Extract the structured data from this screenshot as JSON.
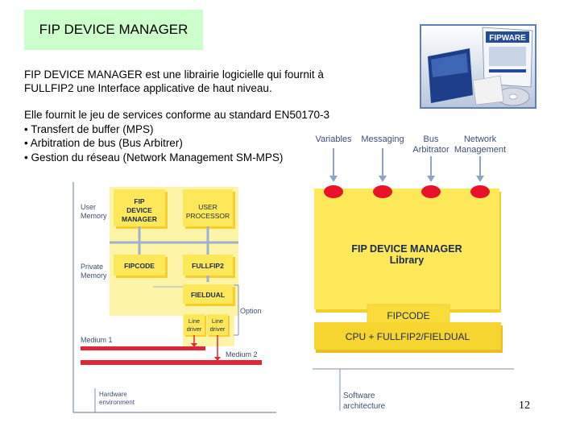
{
  "slide": {
    "title": "FIP DEVICE MANAGER",
    "intro": {
      "term": "FIP DEVICE MANAGER",
      "rest_line1": " est une librairie logicielle qui fournit à",
      "line2": "FULLFIP2 une Interface applicative de haut niveau."
    },
    "services_intro": "Elle fournit le jeu de services conforme au standard EN50170-3",
    "services": [
      "• Transfert  de buffer  (MPS)",
      "• Arbitration de bus (Bus Arbitrer)",
      "• Gestion du réseau (Network Management SM-MPS)"
    ],
    "page_number": "12"
  },
  "product_image": {
    "box_label": "FIPWARE",
    "icon": "software-box-and-cd-photo"
  },
  "hardware_diagram": {
    "labels": {
      "user_memory_1": "User",
      "user_memory_2": "Memory",
      "private_memory_1": "Private",
      "private_memory_2": "Memory",
      "option": "Option",
      "medium1": "Medium 1",
      "medium2": "Medium 2",
      "hardware_env_1": "Hardware",
      "hardware_env_2": "environment"
    },
    "blocks": {
      "fdm_1": "FIP",
      "fdm_2": "DEVICE",
      "fdm_3": "MANAGER",
      "user_proc_1": "USER",
      "user_proc_2": "PROCESSOR",
      "fipcode": "FIPCODE",
      "fullfip2": "FULLFIP2",
      "fieldual": "FIELDUAL",
      "line_driver_a_1": "Line",
      "line_driver_a_2": "driver",
      "line_driver_b_1": "Line",
      "line_driver_b_2": "driver"
    },
    "colors": {
      "block": "#fde85a",
      "block_dark": "#f3c92a",
      "medium": "#e32636",
      "bus": "#9db1d3"
    }
  },
  "software_diagram": {
    "interfaces": [
      {
        "line1": "Variables",
        "line2": ""
      },
      {
        "line1": "Messaging",
        "line2": ""
      },
      {
        "line1": "Bus",
        "line2": "Arbitrator"
      },
      {
        "line1": "Network",
        "line2": "Management"
      }
    ],
    "library_1": "FIP DEVICE MANAGER",
    "library_2": "Library",
    "fipcode": "FIPCODE",
    "cpu": "CPU + FULLFIP2/FIELDUAL",
    "footer_1": "Software",
    "footer_2": "architecture",
    "colors": {
      "library": "#fde85a",
      "cpu": "#f7d531",
      "port": "#e8132a",
      "arrow": "#8ea3c7"
    }
  }
}
